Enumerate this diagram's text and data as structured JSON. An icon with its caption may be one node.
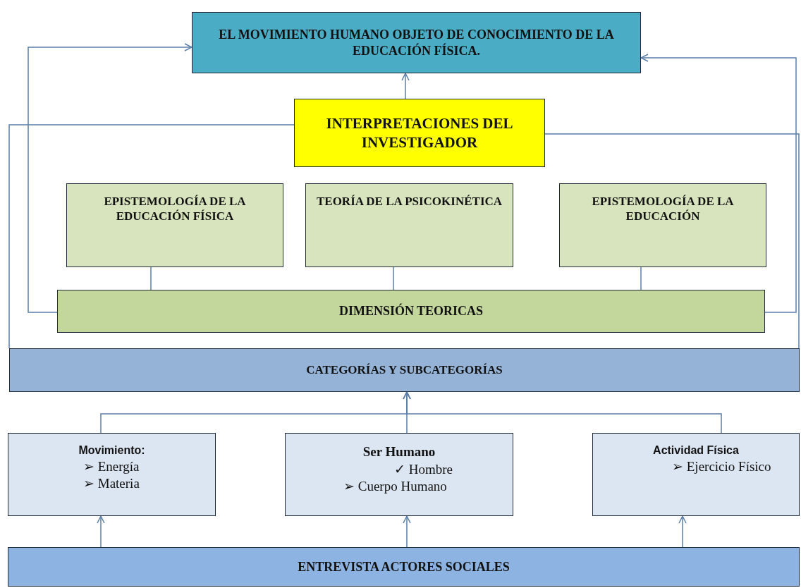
{
  "diagram": {
    "nodes": [
      {
        "text": [
          "EL MOVIMIENTO HUMANO OBJETO DE CONOCIMIENTO DE LA EDUCACIÓN FÍSICA."
        ]
      },
      {
        "text": [
          "INTERPRETACIONES DEL INVESTIGADOR"
        ]
      },
      {
        "text": [
          "EPISTEMOLOGÍA DE LA EDUCACIÓN FÍSICA"
        ]
      },
      {
        "text": [
          "TEORÍA DE LA PSICOKINÉTICA"
        ]
      },
      {
        "text": [
          "EPISTEMOLOGÍA DE LA EDUCACIÓN"
        ]
      },
      {
        "text": [
          "DIMENSIÓN TEORICAS"
        ]
      },
      {
        "text": [
          "CATEGORÍAS Y SUBCATEGORÍAS"
        ]
      },
      {
        "text": [
          "Movimiento:",
          "➢ Energía",
          "➢ Materia"
        ]
      },
      {
        "text": [
          "Ser Humano",
          "✓ Hombre",
          "➢ Cuerpo Humano"
        ]
      },
      {
        "text": [
          "Actividad Física",
          "➢ Ejercicio Físico"
        ]
      },
      {
        "text": [
          "ENTREVISTA ACTORES SOCIALES"
        ]
      }
    ],
    "edges": [
      {
        "from": 1,
        "to": 0,
        "arrow": "to"
      },
      {
        "from": 5,
        "to": 0,
        "arrow": "to"
      },
      {
        "from": 5,
        "to": 0,
        "arrow": "to"
      },
      {
        "from": 1,
        "to": 6,
        "arrow": "none"
      },
      {
        "from": 1,
        "to": 6,
        "arrow": "none"
      },
      {
        "from": 2,
        "to": 5,
        "arrow": "none"
      },
      {
        "from": 3,
        "to": 5,
        "arrow": "none"
      },
      {
        "from": 4,
        "to": 5,
        "arrow": "none"
      },
      {
        "from": 7,
        "to": 6,
        "arrow": "to"
      },
      {
        "from": 8,
        "to": 6,
        "arrow": "to"
      },
      {
        "from": 9,
        "to": 6,
        "arrow": "to"
      },
      {
        "from": 10,
        "to": 7,
        "arrow": "to"
      },
      {
        "from": 10,
        "to": 8,
        "arrow": "to"
      },
      {
        "from": 10,
        "to": 9,
        "arrow": "to"
      }
    ]
  }
}
